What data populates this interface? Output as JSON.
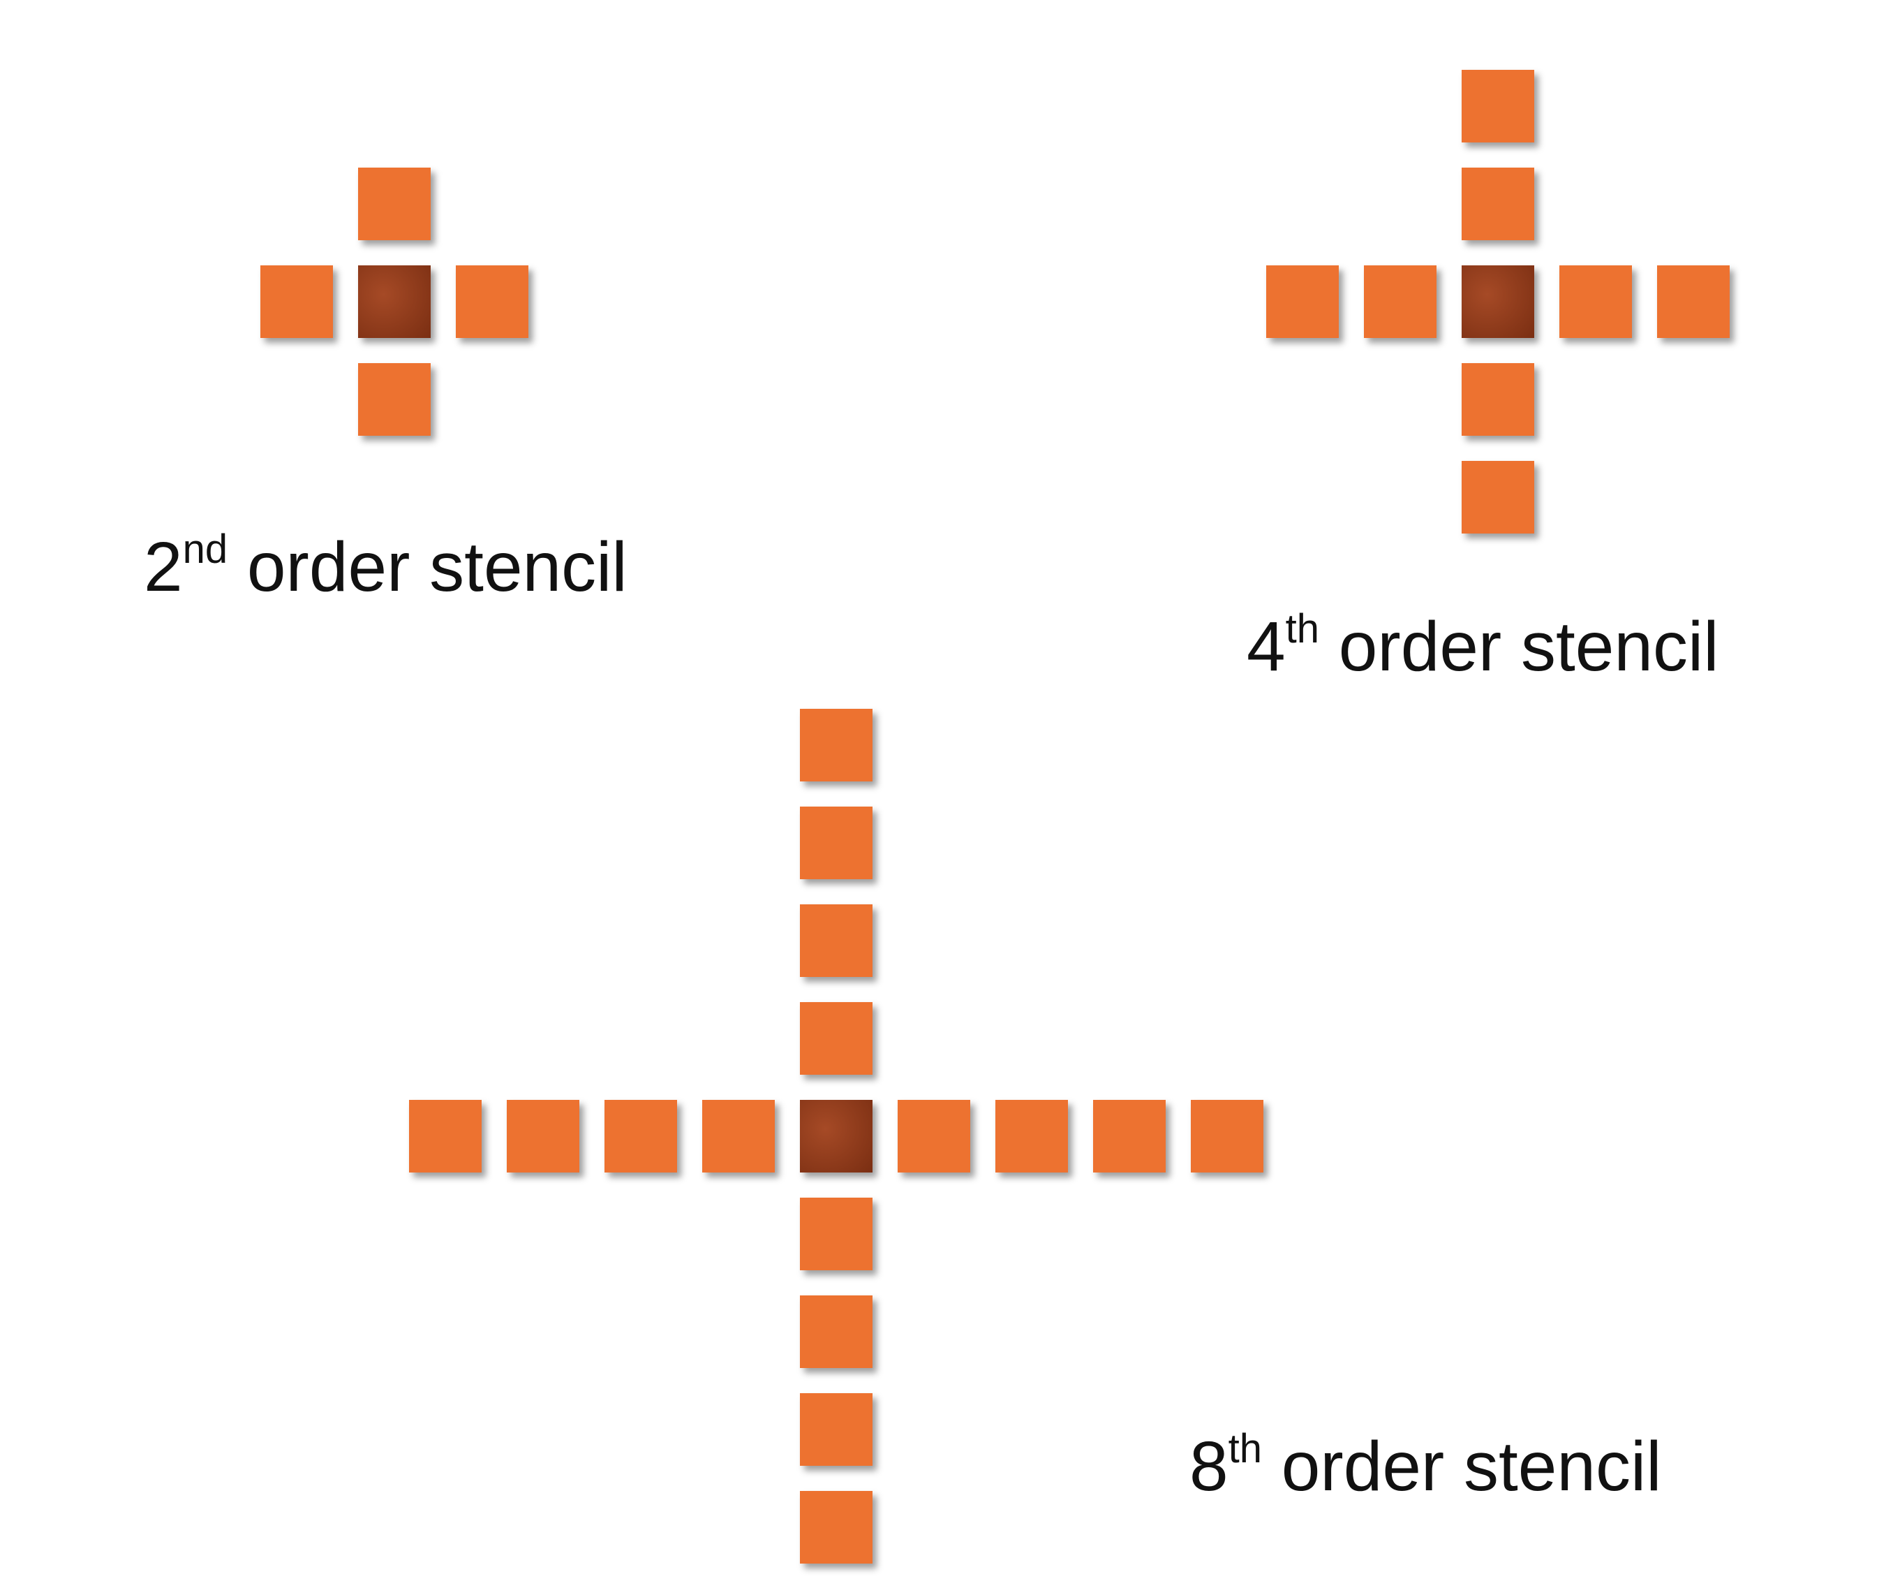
{
  "colors": {
    "neighbor": "#ed7230",
    "center_light": "#a64a26",
    "center_dark": "#7a2e12",
    "background": "#ffffff",
    "text": "#111111"
  },
  "stencils": [
    {
      "name": "second-order",
      "order": 2,
      "points_per_arm": 1,
      "label": {
        "number": "2",
        "suffix": "nd",
        "text": " order stencil"
      }
    },
    {
      "name": "fourth-order",
      "order": 4,
      "points_per_arm": 2,
      "label": {
        "number": "4",
        "suffix": "th",
        "text": " order stencil"
      }
    },
    {
      "name": "eighth-order",
      "order": 8,
      "points_per_arm": 4,
      "label": {
        "number": "8",
        "suffix": "th",
        "text": " order stencil"
      }
    }
  ]
}
